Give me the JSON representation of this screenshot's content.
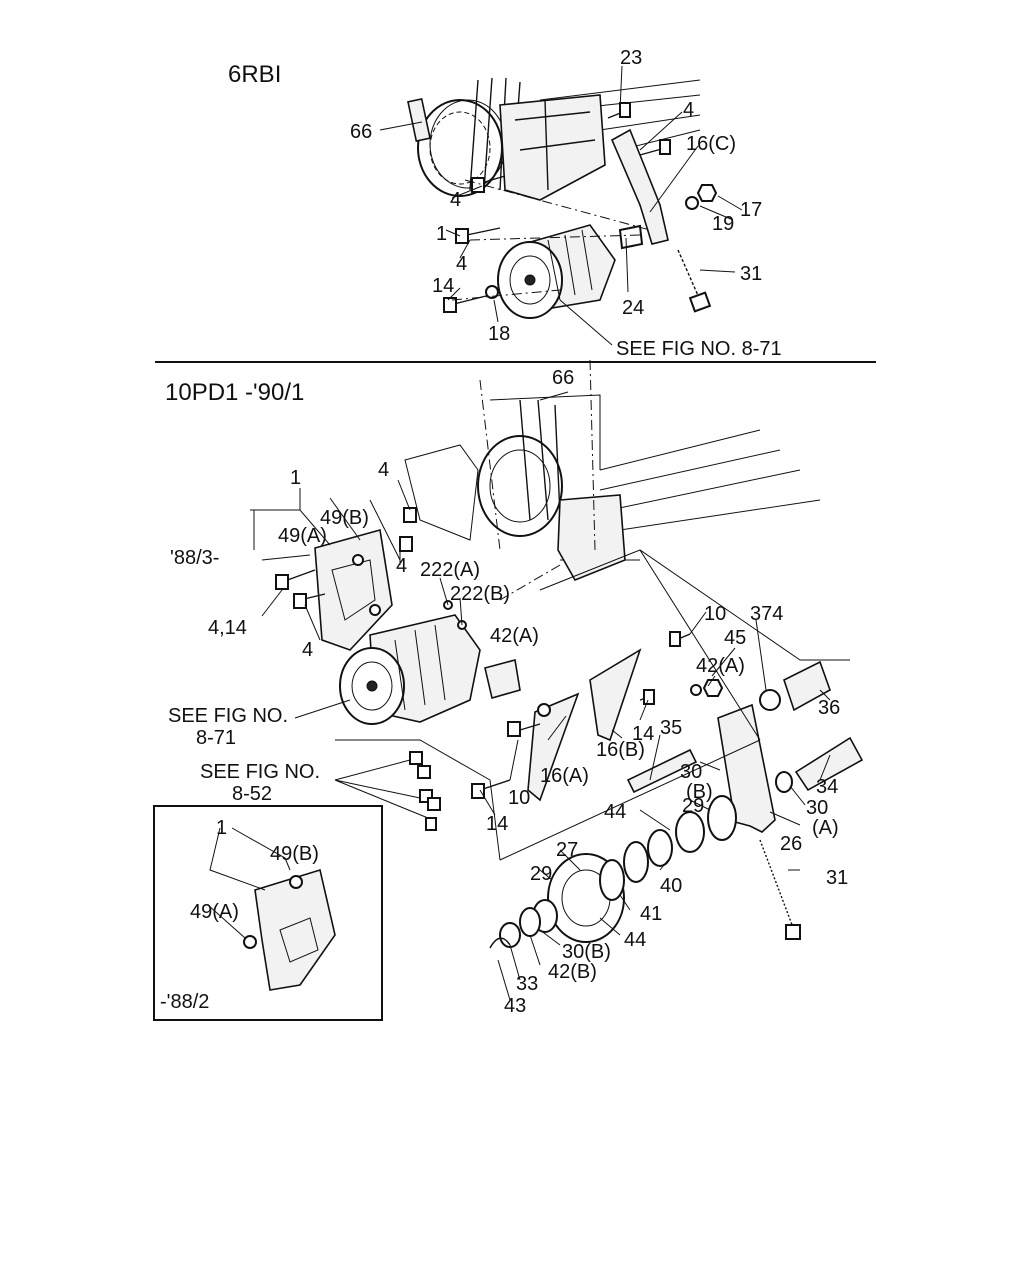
{
  "top_section": {
    "title": "6RBI",
    "callouts": {
      "c66": "66",
      "c23": "23",
      "c4a": "4",
      "c16c": "16(C)",
      "c17": "17",
      "c19": "19",
      "c31": "31",
      "c24": "24",
      "c4b": "4",
      "c1": "1",
      "c4c": "4",
      "c14": "14",
      "c18": "18"
    },
    "see_fig": "SEE FIG NO. 8-71"
  },
  "main_section": {
    "title": "10PD1 -'90/1",
    "callouts": {
      "c66": "66",
      "c1": "1",
      "c4a": "4",
      "c49b": "49(B)",
      "c49a": "49(A)",
      "c88": "'88/3-",
      "c4b": "4",
      "c222a": "222(A)",
      "c222b": "222(B)",
      "c414": "4,14",
      "c4c": "4",
      "c10a": "10",
      "c374": "374",
      "c42a1": "42(A)",
      "c42a2": "42(A)",
      "c45": "45",
      "c36": "36",
      "c14a": "14",
      "c35": "35",
      "c16b": "16(B)",
      "c16a": "16(A)",
      "c30": "30",
      "c30b": "(B)",
      "c34": "34",
      "c30r": "30",
      "c30ra": "(A)",
      "c10b": "10",
      "c14b": "14",
      "c44a": "44",
      "c29a": "29",
      "c26": "26",
      "c27": "27",
      "c40": "40",
      "c31": "31",
      "c29b": "29",
      "c41": "41",
      "c44b": "44",
      "c30b2": "30(B)",
      "c42b": "42(B)",
      "c33": "33",
      "c43": "43"
    },
    "see_fig_871_line1": "SEE FIG NO.",
    "see_fig_871_line2": "8-71",
    "see_fig_852_line1": "SEE FIG NO.",
    "see_fig_852_line2": "8-52"
  },
  "inset": {
    "callouts": {
      "c1": "1",
      "c49b": "49(B)",
      "c49a": "49(A)"
    },
    "date": "-'88/2"
  }
}
